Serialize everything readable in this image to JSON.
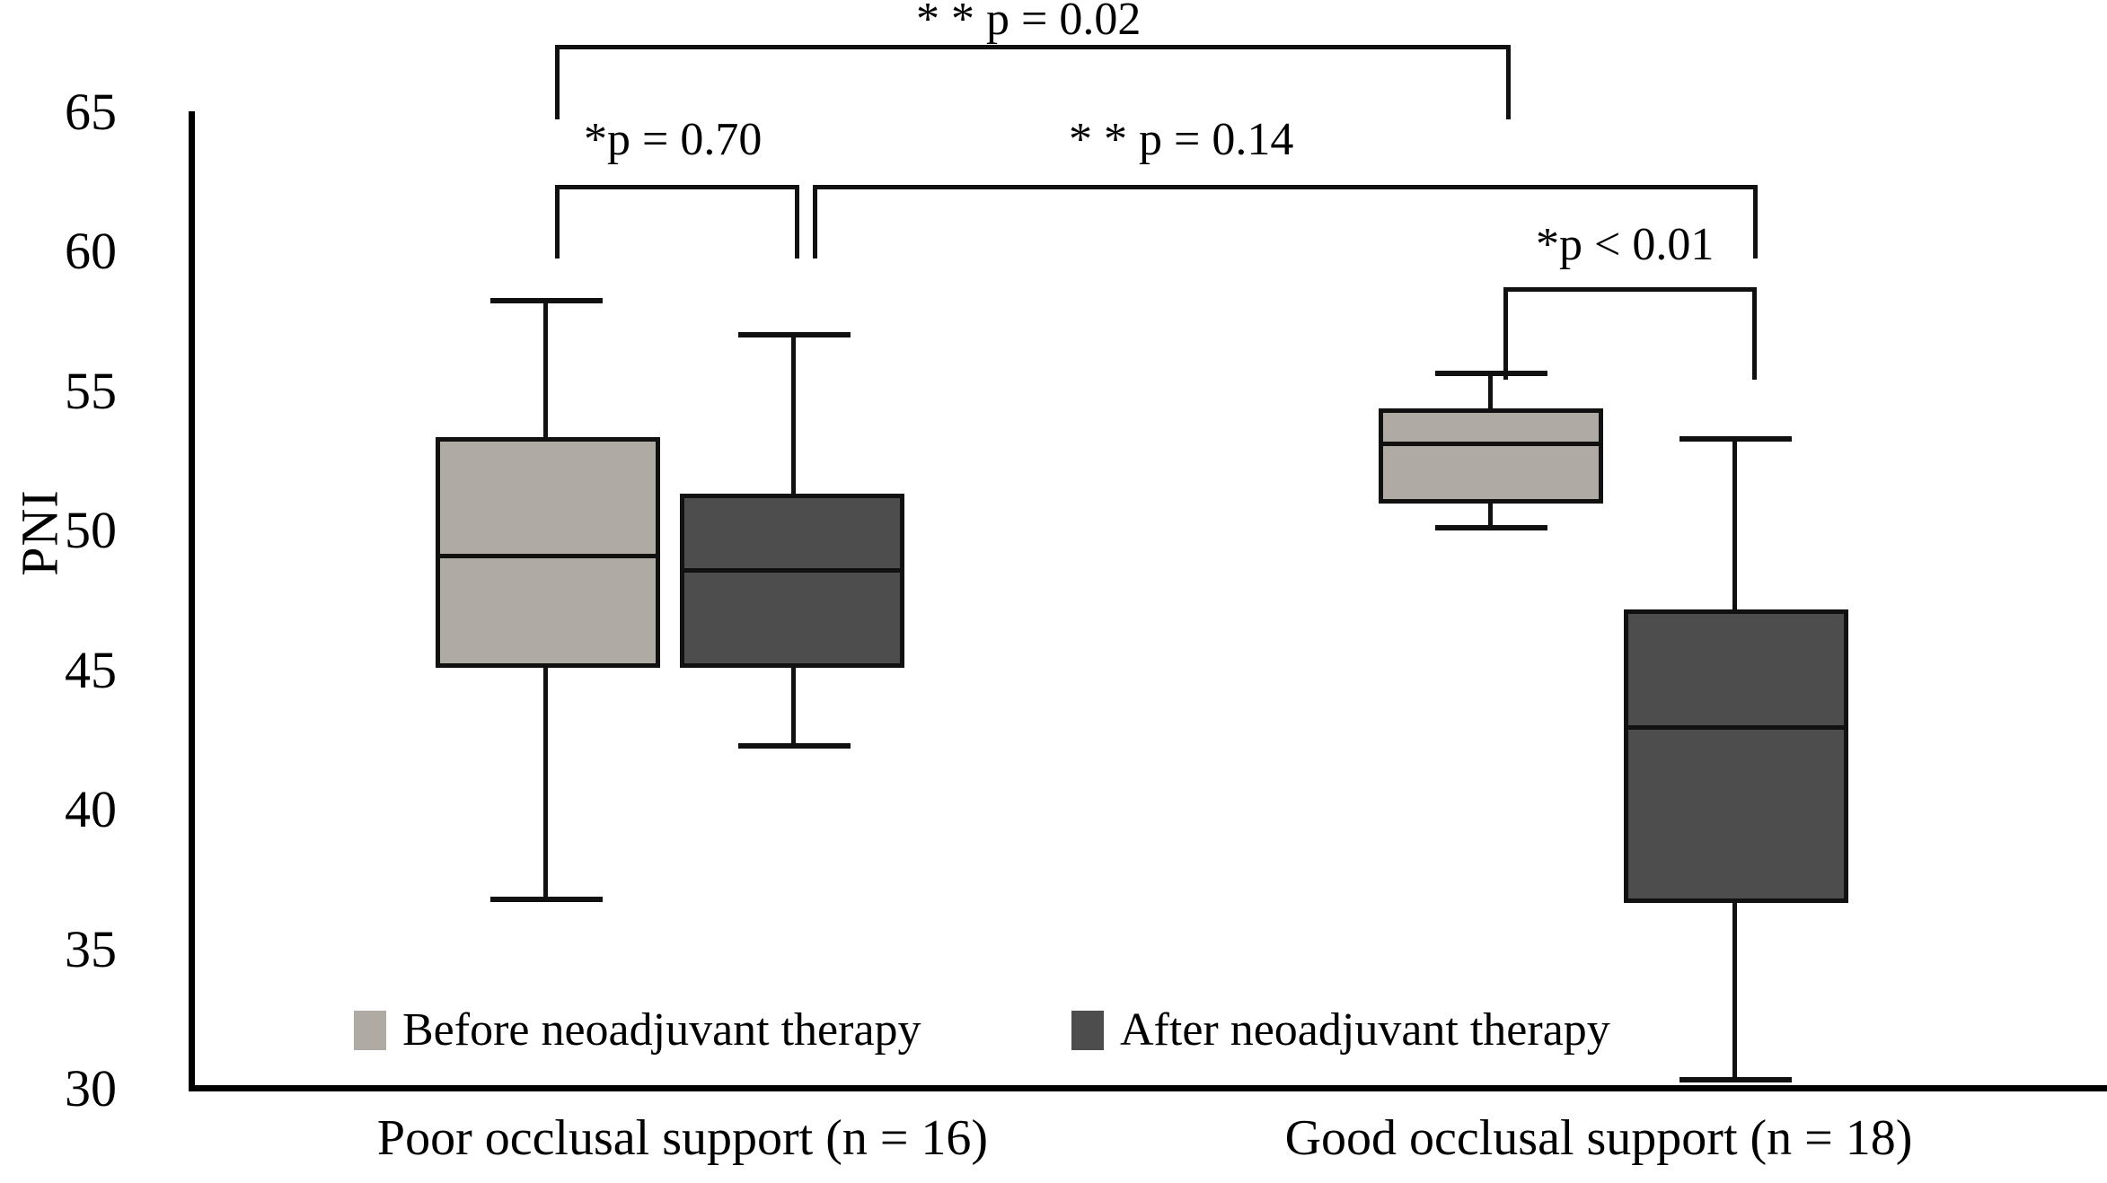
{
  "chart_data": {
    "type": "box",
    "title": "",
    "xlabel": "",
    "ylabel": "PNI",
    "ylim": [
      30,
      65
    ],
    "yticks": [
      30,
      35,
      40,
      45,
      50,
      55,
      60,
      65
    ],
    "grid": false,
    "legend_position": "inside-bottom",
    "categories": [
      "Poor occlusal support (n = 16)",
      "Good occlusal support (n = 18)"
    ],
    "series": [
      {
        "name": "Before neoadjuvant therapy",
        "color": "#b0aaa5",
        "boxes": [
          {
            "category": "Poor occlusal support (n = 16)",
            "min": 35.9,
            "q1": 44.2,
            "median": 49.8,
            "q3": 53.6,
            "max": 58.7
          },
          {
            "category": "Good occlusal support (n = 18)",
            "min": 50.2,
            "q1": 51.0,
            "median": 53.7,
            "q3": 54.4,
            "max": 55.9
          }
        ]
      },
      {
        "name": "After neoadjuvant therapy",
        "color": "#4d4d4d",
        "boxes": [
          {
            "category": "Poor occlusal support (n = 16)",
            "min": 41.9,
            "q1": 44.6,
            "median": 49.3,
            "q3": 51.6,
            "max": 57.3
          },
          {
            "category": "Good occlusal support (n = 18)",
            "min": 30.2,
            "q1": 40.6,
            "median": 46.9,
            "q3": 51.1,
            "max": 54.3
          }
        ]
      }
    ],
    "annotations": [
      {
        "id": "p_poor_before_vs_good_before",
        "label": "* * p = 0.02",
        "stars": "* *",
        "text": "p = 0.02"
      },
      {
        "id": "p_poor_before_vs_after",
        "label": "*p = 0.70",
        "stars": "*",
        "text": "p = 0.70"
      },
      {
        "id": "p_poor_after_vs_good_after",
        "label": "* * p = 0.14",
        "stars": "* *",
        "text": "p = 0.14"
      },
      {
        "id": "p_good_before_vs_after",
        "label": "*p < 0.01",
        "stars": "*",
        "text": "p < 0.01"
      }
    ]
  },
  "axis": {
    "y_label": "PNI",
    "y_ticks": [
      "65",
      "60",
      "55",
      "50",
      "45",
      "40",
      "35",
      "30"
    ]
  },
  "legend": {
    "items": [
      {
        "label": "Before neoadjuvant therapy",
        "color": "#b0aaa5"
      },
      {
        "label": "After neoadjuvant therapy",
        "color": "#4d4d4d"
      }
    ]
  },
  "categories": {
    "left": "Poor occlusal support (n = 16)",
    "right": "Good occlusal support (n = 18)"
  },
  "significance": {
    "top": "* * p = 0.02",
    "poor_pair": "*p = 0.70",
    "cross_after": "* * p = 0.14",
    "good_pair": "*p < 0.01"
  }
}
